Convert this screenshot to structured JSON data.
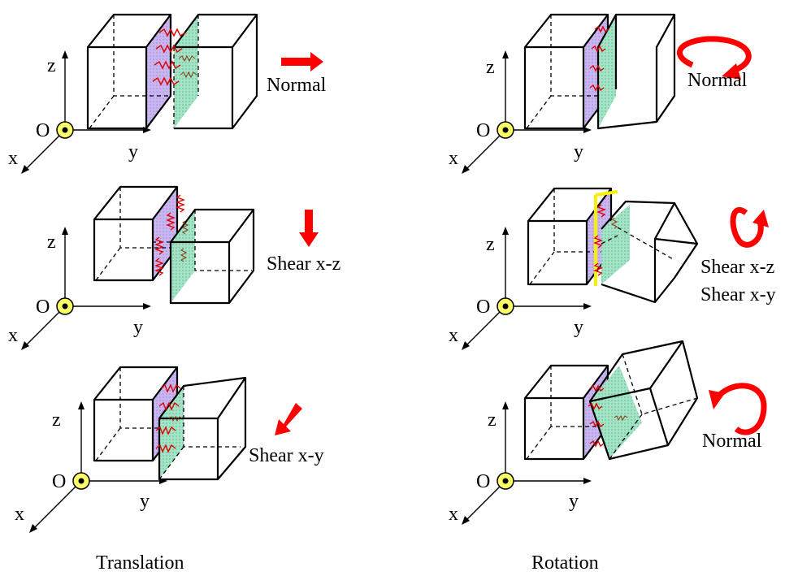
{
  "columns": [
    {
      "caption": "Translation"
    },
    {
      "caption": "Rotation"
    }
  ],
  "panels": [
    {
      "motion": "Normal"
    },
    {
      "motion": "Shear x-z"
    },
    {
      "motion": "Shear x-y"
    },
    {
      "motion": "Normal"
    },
    {
      "motion": "Shear x-z",
      "motion2": "Shear x-y"
    },
    {
      "motion": "Normal"
    }
  ],
  "axes": {
    "origin": "O",
    "x": "x",
    "y": "y",
    "z": "z"
  },
  "colors": {
    "left_face": "#c9b6f0",
    "right_face": "#9fe0c4",
    "arrow": "#ff0000",
    "spring": "#e00000",
    "origin_fill": "#ffff66"
  }
}
